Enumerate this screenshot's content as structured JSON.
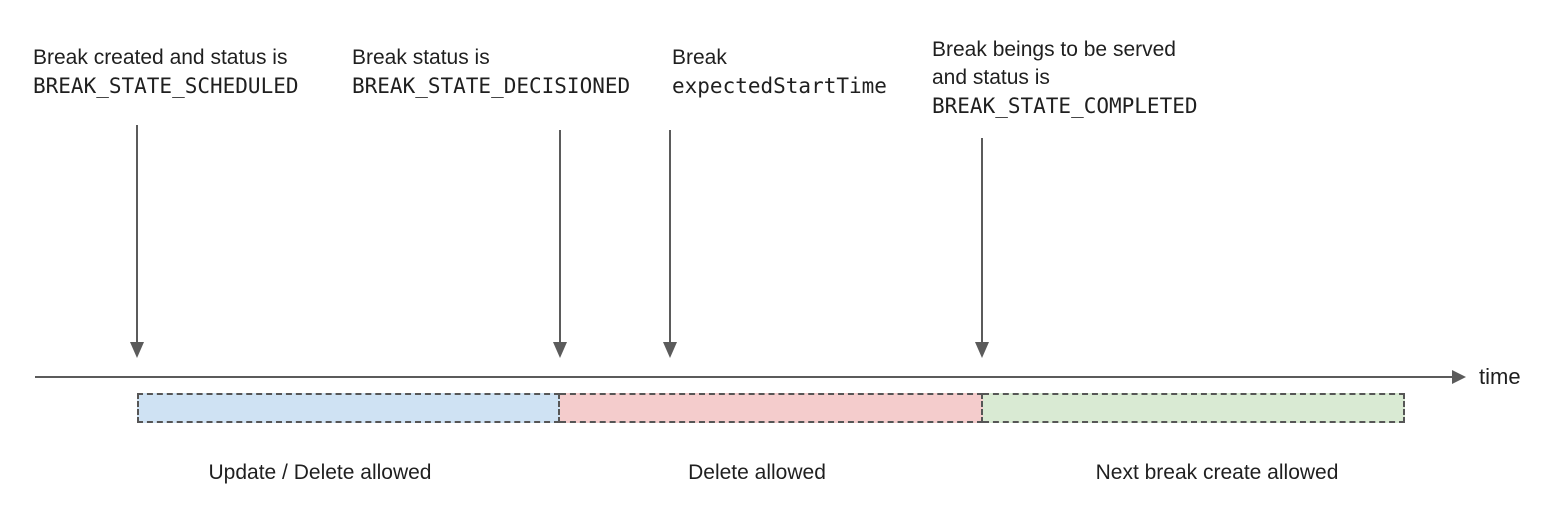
{
  "annotations": [
    {
      "lines": [
        "Break created and status is",
        "BREAK_STATE_SCHEDULED"
      ]
    },
    {
      "lines": [
        "Break status is",
        "BREAK_STATE_DECISIONED"
      ]
    },
    {
      "lines": [
        "Break",
        "expectedStartTime"
      ]
    },
    {
      "lines": [
        "Break beings to be served",
        "and status is",
        "BREAK_STATE_COMPLETED"
      ]
    }
  ],
  "timeline": {
    "axis_label": "time"
  },
  "segments": [
    {
      "label": "Update / Delete allowed",
      "color": "#cfe2f3"
    },
    {
      "label": "Delete allowed",
      "color": "#f4cccc"
    },
    {
      "label": "Next break create allowed",
      "color": "#d9ead3"
    }
  ],
  "colors": {
    "arrow_and_axis": "#5b5b5b",
    "dashed_border": "#565656",
    "text": "#1f1f1f"
  }
}
